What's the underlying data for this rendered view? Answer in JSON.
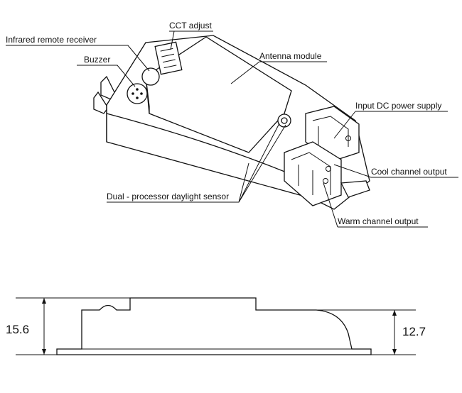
{
  "labels": {
    "cct_adjust": "CCT adjust",
    "infrared": "Infrared remote receiver",
    "buzzer": "Buzzer",
    "antenna": "Antenna module",
    "input_dc": "Input DC power supply",
    "cool": "Cool channel output",
    "daylight": "Dual - processor daylight sensor",
    "warm": "Warm channel output"
  },
  "dimensions": {
    "total_height": "15.6",
    "body_height": "12.7"
  }
}
